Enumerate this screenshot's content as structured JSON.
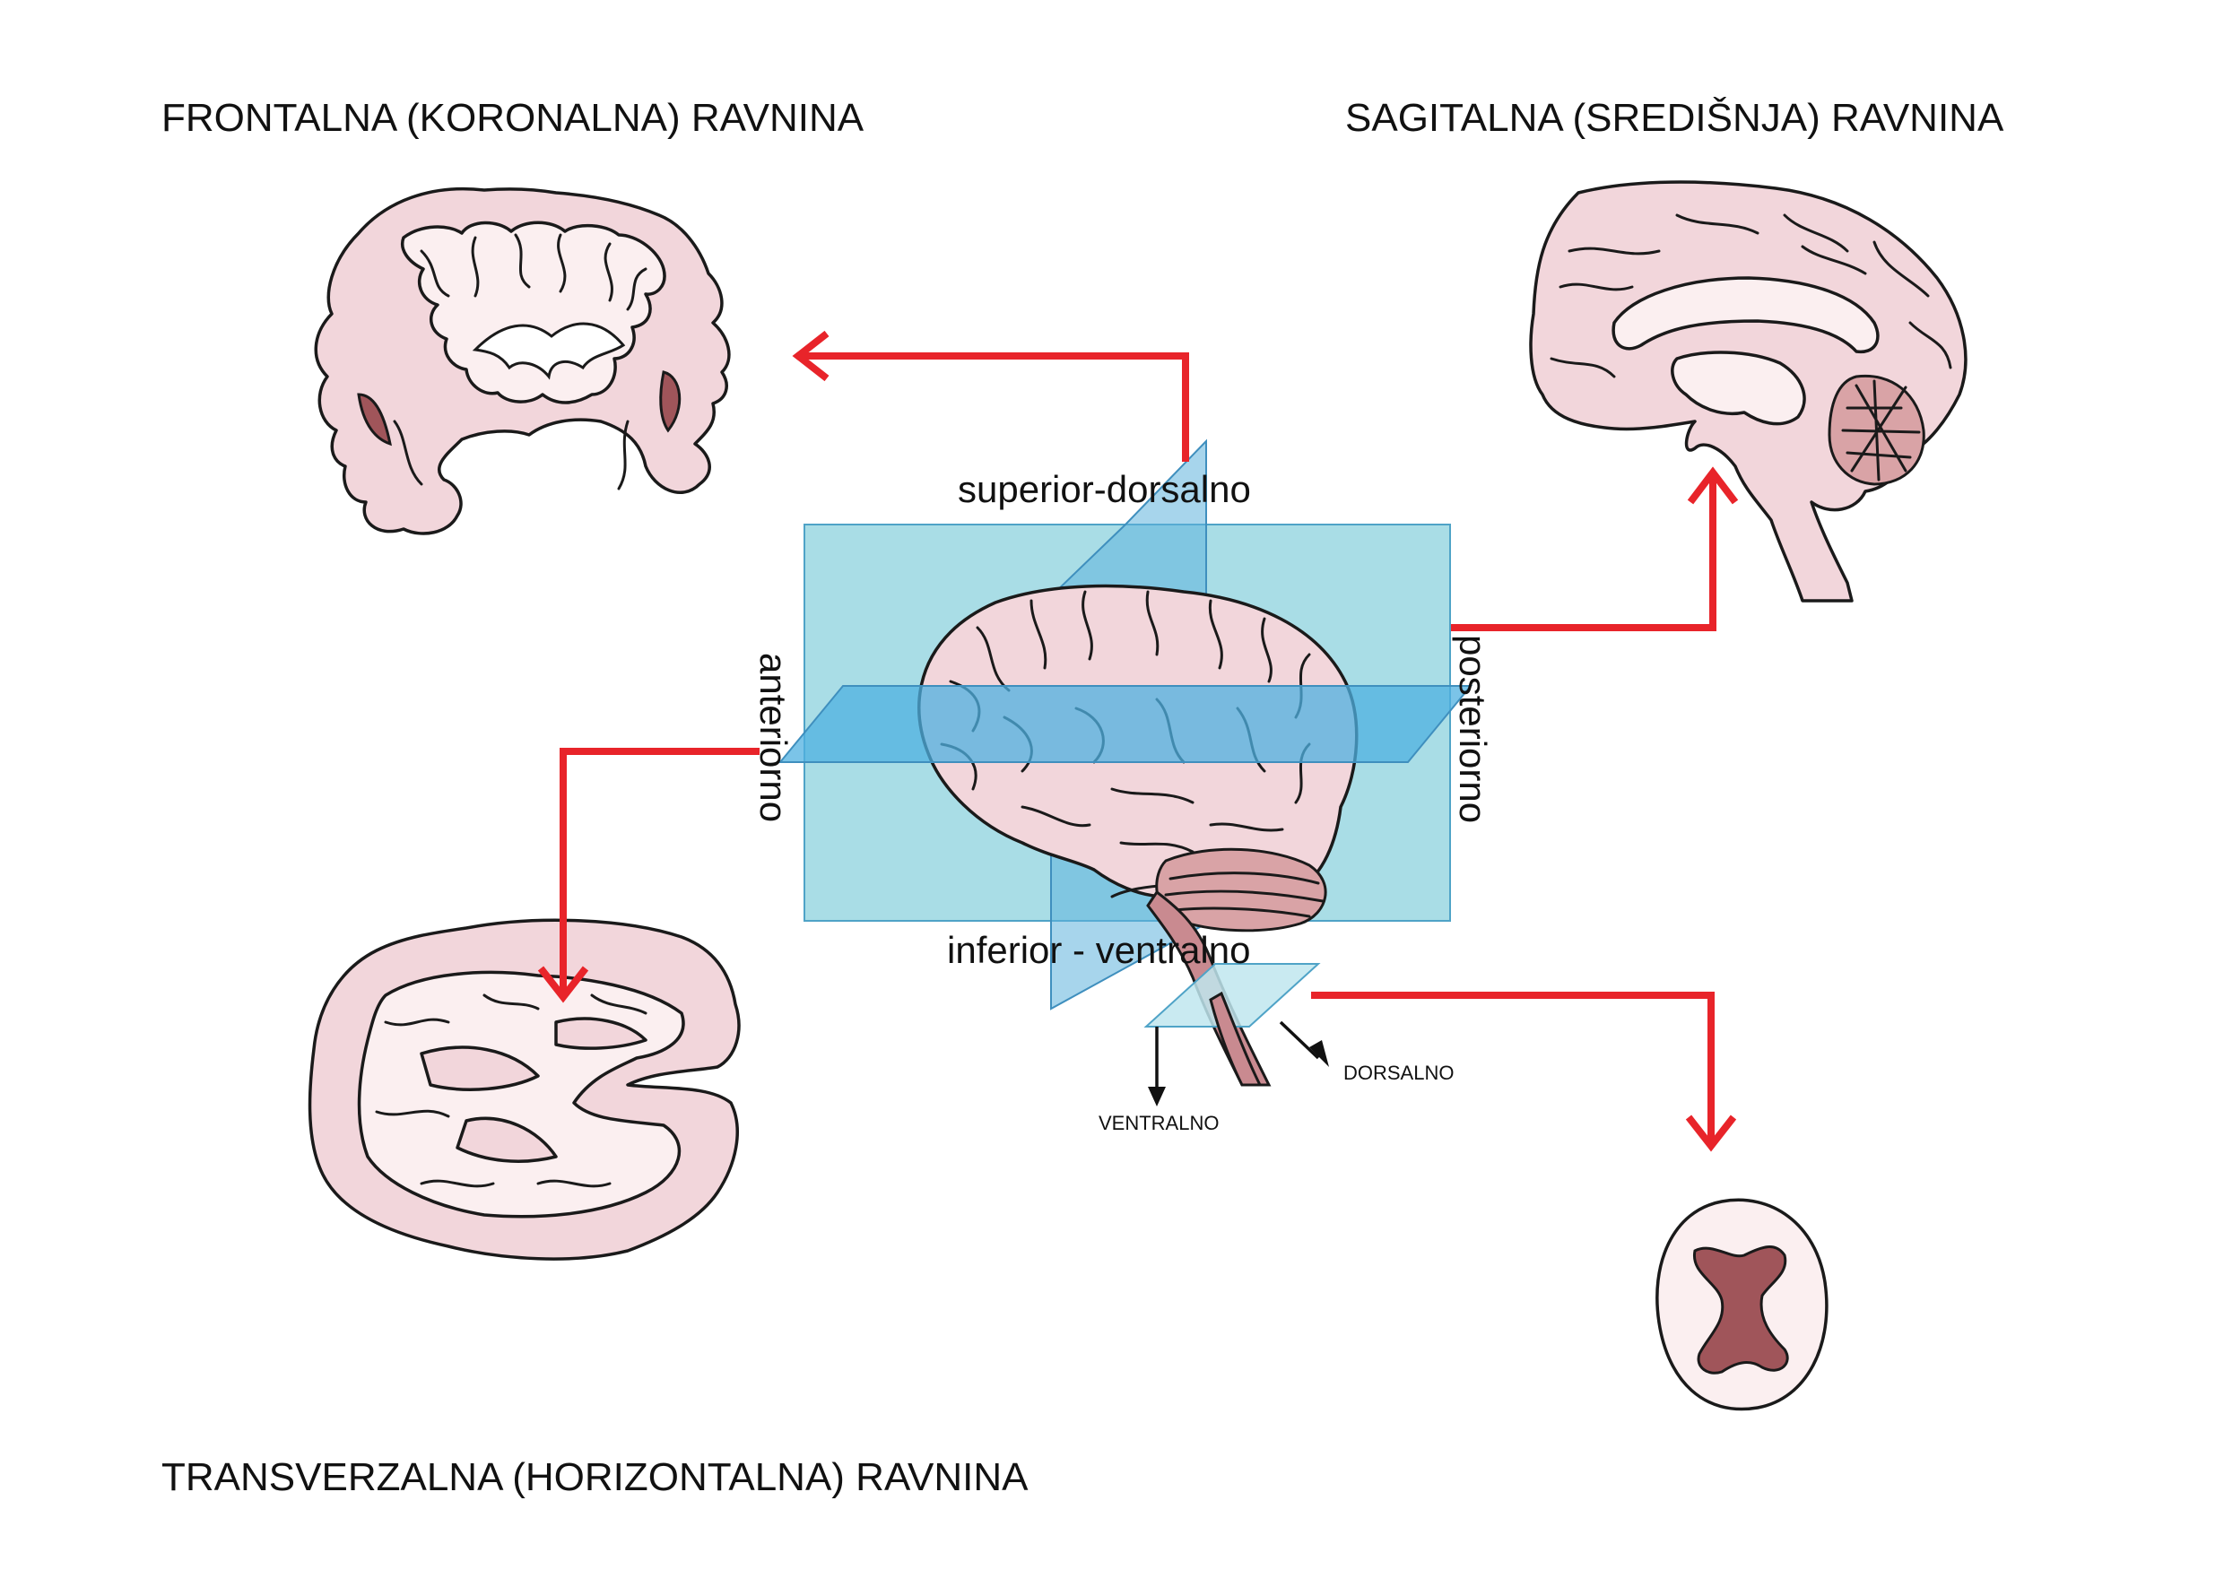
{
  "titles": {
    "frontal": "FRONTALNA (KORONALNA) RAVNINA",
    "sagittal": "SAGITALNA (SREDIŠNJA) RAVNINA",
    "transverse": "TRANSVERZALNA (HORIZONTALNA) RAVNINA"
  },
  "directions": {
    "superior": "superior-dorsalno",
    "inferior": "inferior - ventralno",
    "anterior": "anteriorno",
    "posterior": "posteriorno"
  },
  "spinal_labels": {
    "ventral": "VENTRALNO",
    "dorsal": "DORSALNO"
  },
  "colors": {
    "arrow": "#e8242a",
    "plane_coronal": "#a9dde6",
    "plane_sagittal": "#5fb2dd",
    "plane_horizontal": "#4fb0e0",
    "brain_tissue": "#f2d6db",
    "white_matter": "#fbeff0",
    "grey_matter_dark": "#a0555a",
    "cerebellum": "#d9a3a6"
  }
}
